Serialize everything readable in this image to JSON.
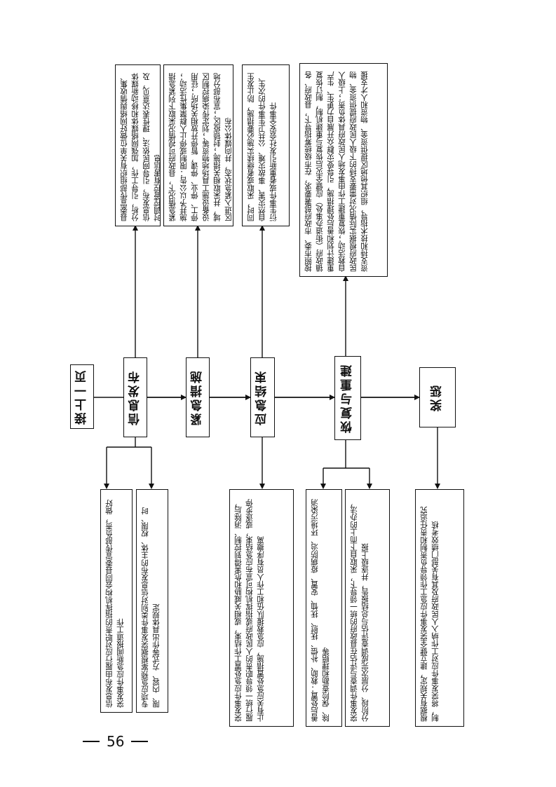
{
  "flow": {
    "continue": "接上一页",
    "stages": [
      {
        "label": "信息发布"
      },
      {
        "label": "紧急措施"
      },
      {
        "label": "应急结束"
      },
      {
        "label": "恢复与重建"
      },
      {
        "label": "奖惩"
      }
    ]
  },
  "top_boxes": [
    "县委宣传部组织有关单位做好网络舆情收集、分析，引导工作，加强网络媒体和移动新媒体信息发布，引导网民依法、理性表达意见，及时调控管控有害信息",
    "紧急情况下，县政府可视情况采取下列紧急措施并予以公告：限制或停止人群聚集性活动；停工、停业、停课，暂停开放相关场所；征用设备设施工具场地物资等；划定传染病控制区域，并采取相关措施；封锁疫区；宣布部分地区进入紧急状态，并向媒体公布",
    "同时，采取或者继续实施必要措施，防止发生自然灾害、事故灾难、公共卫生事件的次生、衍生事件或者重新引发社会安全事件",
    "按照市委、市政府部署要求，在市级统筹指导下，县政府、各镇政府（街道办事处）应健全灾后恢复与重建机制，制订恢复重建计划和善后处理措施，引导受灾群众开展自力更生、生产自救活动；恢复重建工作由事发地人民政府具体负责；上级人民政府根据实际情况对需要支持的下级人民政府提供资金、物资支持和技术指导，组织其他地区提供资金、物资和人才支援"
  ],
  "bottom_boxes": [
    "信息发布由履行应对职责的指挥机构会同县委宣传部负责，做好突发事件应急新闻报道工作",
    "专项应急预案根据突发事件类别对信息发布的主体、权限、时限、内容、方式等作出具体规定",
    "突发事件应急处置工作结束，或相关威胁和危害得到控制、消除后，履行统一领导职责的人民政府或指挥机构可宣布应急结束，或逐步停止有关应急处置措施，应急救援队伍和工作人员有序撤离",
    "善后处置：救助、补偿、抚慰、抚恤、安置、疫病防治、环境污染消除、保险查勘和理赔等",
    "突发事件调查与评估在县政府的统一领导下，采取自下而上的办法，分阶段、分层次完成调查评估与总结报告，并逐级上报",
    "根据有关规定，建立健全突发事件应急工作领导负责制和责任追究制，将突发事件应对工作纳入人民政府及其有关部门绩效考核"
  ],
  "page_number": "56"
}
